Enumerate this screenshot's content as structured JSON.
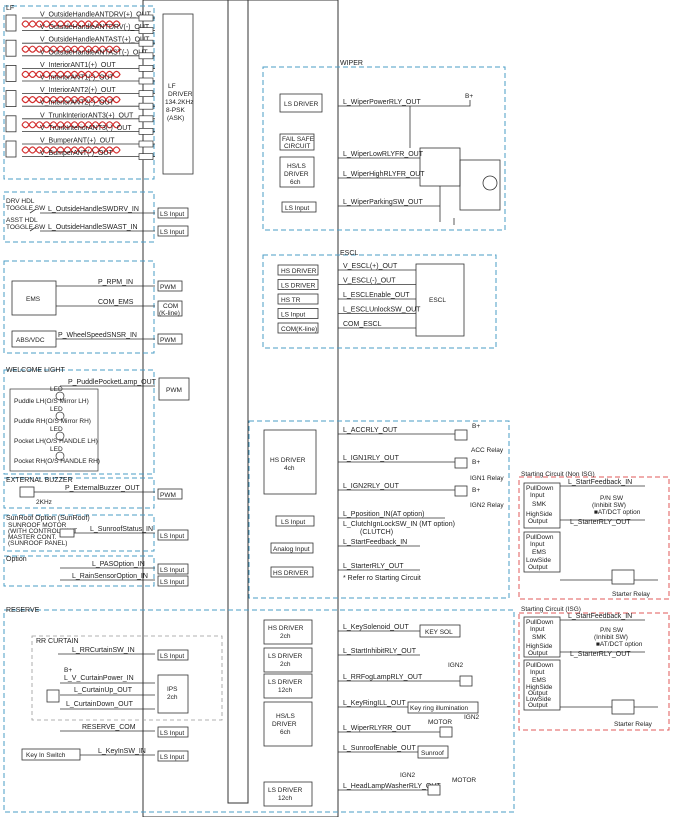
{
  "sections": {
    "lf": "LF",
    "wiper": "WIPER",
    "escl": "ESCL",
    "welcome_light": "WELCOME LIGHT",
    "external_buzzer": "EXTERNAL BUZZER",
    "sunroof": "SunRoof Option (SunRoof)",
    "option": "Option",
    "reserve": "RESERVE",
    "rr_curtain": "RR CURTAIN",
    "starting_non_isg": "Starting Circuit (Non ISG)",
    "starting_isg": "Starting Circuit (ISG)"
  },
  "lf_signals": [
    "V_OutsideHandleANTDRV(+)_OUT",
    "V_OutsideHandleANTDRV(-)_OUT",
    "V_OutsideHandleANTAST(+)_OUT",
    "V_OutsideHandleANTAST(-)_OUT",
    "V_InteriorANT1(+)_OUT",
    "V_InteriorANT1(-)_OUT",
    "V_InteriorANT2(+)_OUT",
    "V_InteriorANT2(-)_OUT",
    "V_TrunkInteriorANT3(+)_OUT",
    "V_TrunkInteriorANT3(-)_OUT",
    "V_BumperANT(+)_OUT",
    "V_BumperANT(-)_OUT"
  ],
  "lf_driver": [
    "LF",
    "DRIVER",
    "134.2KHz",
    "8-PSK",
    "(ASK)"
  ],
  "handle_sw": {
    "drv_label": [
      "DRV HDL",
      "TOGGLE SW"
    ],
    "ast_label": [
      "ASST HDL",
      "TOGGLE SW"
    ],
    "drv_signal": "L_OutsideHandleSWDRV_IN",
    "ast_signal": "L_OutsideHandleSWAST_IN",
    "input": "LS Input"
  },
  "ems": {
    "ems_box": "EMS",
    "abs_box": "ABS/VDC",
    "rpm": "P_RPM_IN",
    "com": "COM_EMS",
    "wheel": "P_WheelSpeedSNSR_IN",
    "pwm": "PWM",
    "com_box": [
      "COM",
      "(K-line)"
    ]
  },
  "welcome": {
    "led": "LED",
    "signal": "P_PuddlePocketLamp_OUT",
    "pwm": "PWM",
    "items": [
      "Puddle LH(O/S Mirror LH)",
      "Puddle RH(O/S Mirror RH)",
      "Pocket LH(O/S HANDLE LH)",
      "Pocket RH(O/S HANDLE RH)"
    ]
  },
  "buzzer": {
    "freq": "2KHz",
    "signal": "P_ExternalBuzzer_OUT",
    "pwm": "PWM"
  },
  "sunroof": {
    "text": [
      "SUNROOF MOTOR",
      "(WITH CONTROL UNIT",
      "MASTER CONT.",
      "(SUNROOF PANEL)"
    ],
    "signal": "L_SunroofStatus_IN",
    "input": "LS Input"
  },
  "option": {
    "pas": "L_PASOption_IN",
    "rain": "L_RainSensorOption_IN",
    "input": "LS Input"
  },
  "reserve_left": {
    "rr_curtain_sw": "L_RRCurtainSW_IN",
    "bplus": "B+",
    "curtain_power": "L_V_CurtainPower_IN",
    "curtain_up": "L_CurtainUp_OUT",
    "curtain_down": "L_CurtainDown_OUT",
    "ips": [
      "IPS",
      "2ch"
    ],
    "reserve_com": "RESERVE_COM",
    "key_in_sw": "L_KeyInSW_IN",
    "key_in_switch": "Key In Switch",
    "input": "LS Input"
  },
  "reserve_right": [
    {
      "driver": [
        "HS DRIVER",
        "2ch"
      ],
      "signal": "L_KeySolenoid_OUT",
      "target": "KEY SOL"
    },
    {
      "driver": [
        "LS DRIVER",
        "2ch"
      ],
      "signal": "L_StartInhibitRLY_OUT",
      "target": ""
    },
    {
      "driver": [
        "LS DRIVER",
        "12ch"
      ],
      "signal": "L_RRFogLampRLY_OUT",
      "target": "IGN2"
    },
    {
      "driver": [
        "HS/LS",
        "DRIVER",
        "6ch"
      ],
      "signal": "L_KeyRingILL_OUT",
      "target": "Key ring illumination"
    },
    {
      "driver": [],
      "signal": "L_WiperRLYRR_OUT",
      "target": "MOTOR"
    },
    {
      "driver": [],
      "signal": "L_SunroofEnable_OUT",
      "target": "Sunroof"
    },
    {
      "driver": [
        "LS DRIVER",
        "12ch"
      ],
      "signal": "L_HeadLampWasherRLY_OUT",
      "target": "MOTOR"
    }
  ],
  "reserve_extra": {
    "ign2_a": "IGN2",
    "ign2_b": "IGN2",
    "ign2_c": "IGN2"
  },
  "wiper": {
    "ls_driver": "LS DRIVER",
    "fail_safe": [
      "FAIL SAFE",
      "CIRCUIT"
    ],
    "hsls": [
      "HS/LS",
      "DRIVER",
      "6ch"
    ],
    "ls_input": "LS Input",
    "power": "L_WiperPowerRLY_OUT",
    "low": "L_WiperLowRLYFR_OUT",
    "high": "L_WiperHighRLYFR_OUT",
    "parking": "L_WiperParkingSW_OUT",
    "bplus": "B+"
  },
  "escl": {
    "drivers": [
      "HS DRIVER",
      "LS DRIVER",
      "HS TR",
      "LS Input",
      "COM(K-line)"
    ],
    "signals": [
      "V_ESCL(+)_OUT",
      "V_ESCL(-)_OUT",
      "L_ESCLEnable_OUT",
      "L_ESCLUnlockSW_OUT",
      "COM_ESCL"
    ],
    "box": "ESCL"
  },
  "relay": {
    "hs_driver": [
      "HS DRIVER",
      "4ch"
    ],
    "acc": "L_ACCRLY_OUT",
    "ign1": "L_IGN1RLY_OUT",
    "ign2": "L_IGN2RLY_OUT",
    "acc_relay": "ACC Relay",
    "ign1_relay": "IGN1 Relay",
    "ign2_relay": "IGN2 Relay",
    "bplus": "B+",
    "ls_input": "LS Input",
    "pposition": "L_Pposition_IN(AT option)",
    "clutch": "L_ClutchIgnLockSW_IN (MT option)",
    "clutch2": "(CLUTCH)",
    "analog_input": "Analog Input",
    "start_feedback": "L_StartFeedback_IN",
    "hs_driver2": "HS DRIVER",
    "starter": "L_StarterRLY_OUT",
    "refer": "* Refer ro Starting Circuit"
  },
  "start_non_isg": {
    "pulldown": [
      "PullDown",
      "Input"
    ],
    "smk": "SMK",
    "highside": [
      "HighSide",
      "Output"
    ],
    "pulldown2": [
      "PullDown",
      "Input"
    ],
    "ems": "EMS",
    "lowside": [
      "LowSide",
      "Output"
    ],
    "feedback": "L_StartFeedback_IN",
    "pn_sw": [
      "P/N SW",
      "(Inhibit SW)",
      "■AT/DCT option"
    ],
    "starter_out": "L_StarterRLY_OUT",
    "starter_relay": "Starter Relay"
  },
  "start_isg": {
    "pulldown": [
      "PullDown",
      "Input"
    ],
    "smk": "SMK",
    "highside": [
      "HighSide",
      "Output"
    ],
    "pulldown2": [
      "PullDown",
      "Input"
    ],
    "ems": "EMS",
    "highside2": [
      "HighSide",
      "Output"
    ],
    "lowside": [
      "LowSide",
      "Output"
    ],
    "feedback": "L_StartFeedback_IN",
    "pn_sw": [
      "P/N SW",
      "(Inhibit SW)",
      "■AT/DCT option"
    ],
    "starter_out": "L_StarterRLY_OUT",
    "starter_relay": "Starter Relay"
  }
}
